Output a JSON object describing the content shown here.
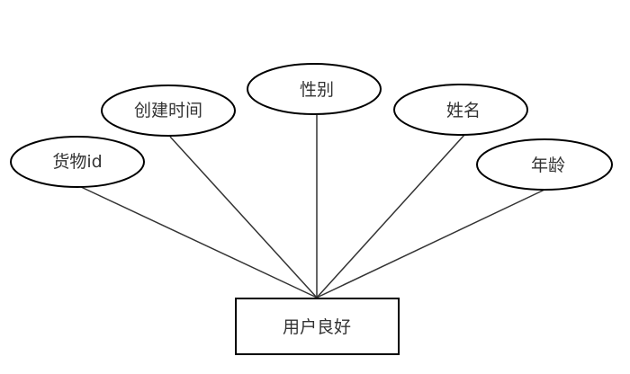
{
  "entity": {
    "label": "用户良好"
  },
  "attributes": [
    {
      "label": "货物id"
    },
    {
      "label": "创建时间"
    },
    {
      "label": "性别"
    },
    {
      "label": "姓名"
    },
    {
      "label": "年龄"
    }
  ],
  "colors": {
    "stroke": "#000000",
    "line": "#333333",
    "text": "#333333"
  }
}
